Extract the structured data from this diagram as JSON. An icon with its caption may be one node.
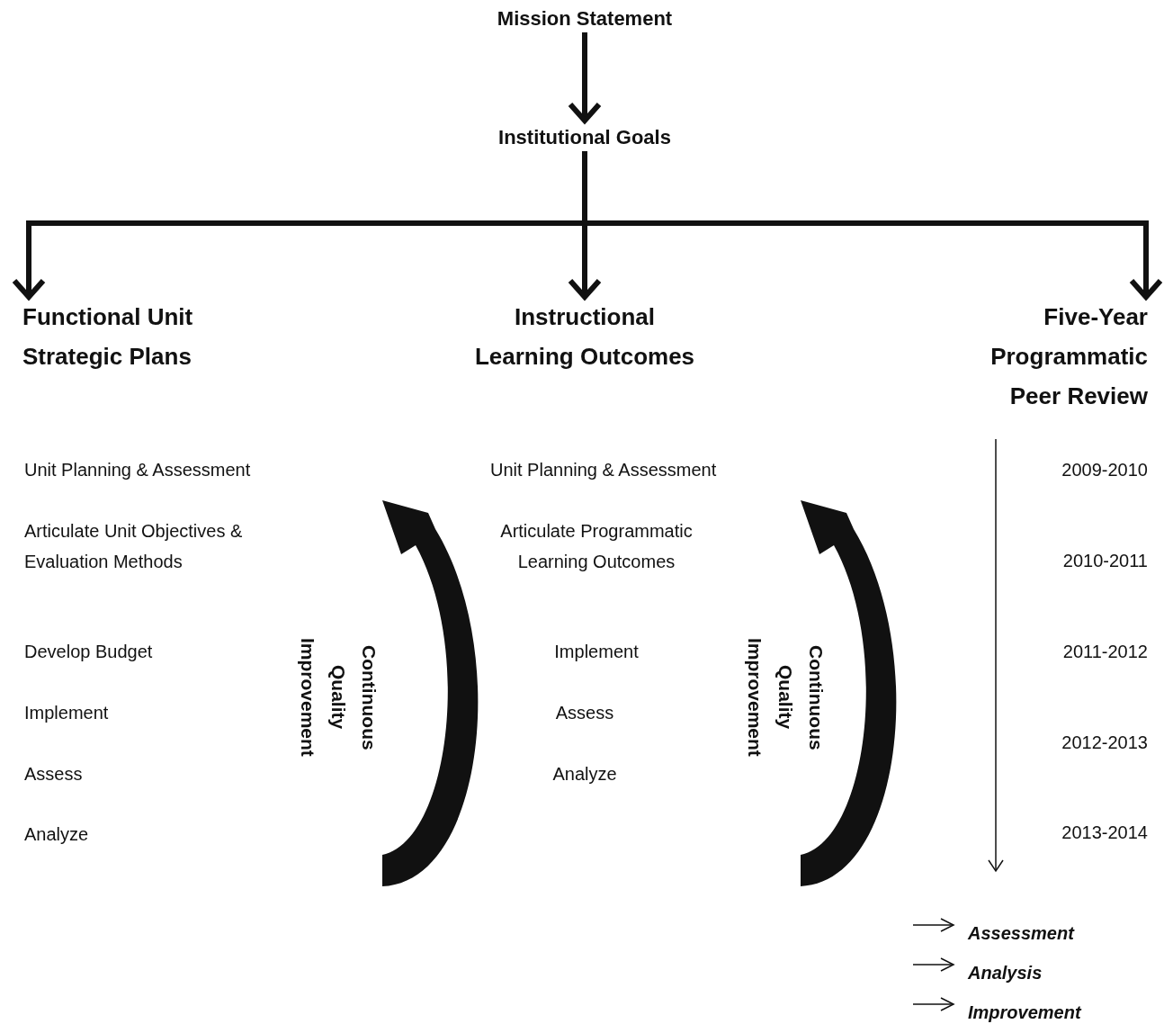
{
  "diagram": {
    "nodes": [
      {
        "text": [
          "Mission Statement"
        ]
      },
      {
        "text": [
          "Institutional Goals"
        ]
      },
      {
        "text": [
          "Functional Unit Strategic Plans"
        ]
      },
      {
        "text": [
          "Instructional Learning Outcomes"
        ]
      },
      {
        "text": [
          "Five-Year Programmatic Peer Review"
        ]
      }
    ],
    "edges": [
      {
        "from": 0,
        "to": 1,
        "arrow": "to"
      },
      {
        "from": 1,
        "to": 2,
        "arrow": "to"
      },
      {
        "from": 1,
        "to": 3,
        "arrow": "to"
      },
      {
        "from": 1,
        "to": 4,
        "arrow": "to"
      }
    ],
    "labels": [
      "Unit Planning & Assessment",
      "Articulate Unit Objectives & Evaluation Methods",
      "Develop Budget",
      "Implement",
      "Assess",
      "Analyze",
      "Continuous Quality Improvement",
      "Unit Planning & Assessment",
      "Articulate Programmatic Learning Outcomes",
      "Implement",
      "Assess",
      "Analyze",
      "Continuous Quality Improvement",
      "2009-2010",
      "2010-2011",
      "2011-2012",
      "2012-2013",
      "2013-2014",
      "Assessment",
      "Analysis",
      "Improvement"
    ]
  }
}
